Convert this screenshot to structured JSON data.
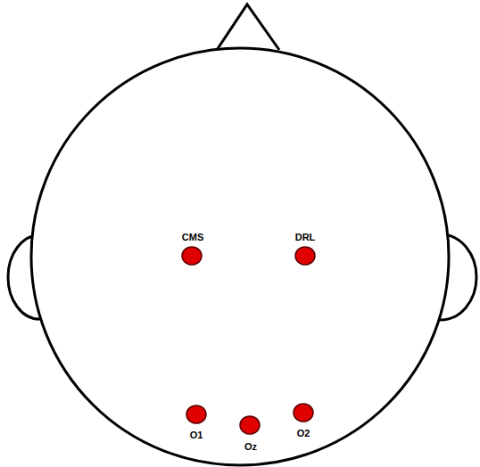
{
  "diagram": {
    "labels": [
      "CMS",
      "DRL",
      "O1",
      "Oz",
      "O2"
    ]
  }
}
